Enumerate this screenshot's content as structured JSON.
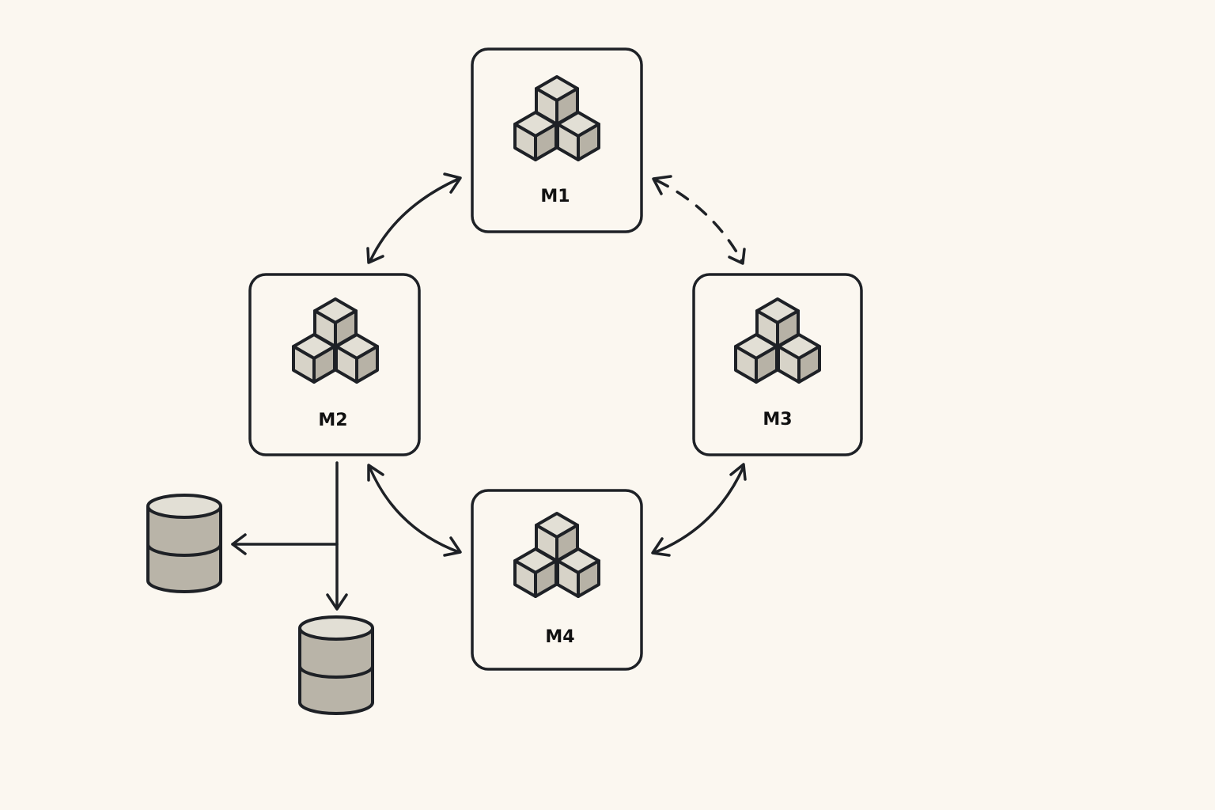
{
  "diagram": {
    "type": "module-network",
    "colors": {
      "background": "#fbf7f0",
      "stroke": "#1e2126",
      "cube_top": "#e2dfd5",
      "cube_left": "#d7d3c8",
      "cube_right": "#b7b2a6",
      "db_top": "#e2dfd5",
      "db_body": "#b9b4a8"
    },
    "nodes": [
      {
        "id": "M1",
        "label": "M1",
        "icon": "cubes-icon"
      },
      {
        "id": "M2",
        "label": "M2",
        "icon": "cubes-icon"
      },
      {
        "id": "M3",
        "label": "M3",
        "icon": "cubes-icon"
      },
      {
        "id": "M4",
        "label": "M4",
        "icon": "cubes-icon"
      }
    ],
    "databases": [
      {
        "id": "DB1",
        "icon": "database-icon"
      },
      {
        "id": "DB2",
        "icon": "database-icon"
      }
    ],
    "edges": [
      {
        "from": "M1",
        "to": "M2",
        "style": "solid",
        "direction": "bidirectional"
      },
      {
        "from": "M1",
        "to": "M3",
        "style": "dashed",
        "direction": "bidirectional"
      },
      {
        "from": "M2",
        "to": "M4",
        "style": "solid",
        "direction": "bidirectional"
      },
      {
        "from": "M3",
        "to": "M4",
        "style": "solid",
        "direction": "bidirectional"
      },
      {
        "from": "M2",
        "to": "DB1",
        "style": "solid",
        "direction": "forward"
      },
      {
        "from": "M2",
        "to": "DB2",
        "style": "solid",
        "direction": "forward"
      }
    ]
  }
}
